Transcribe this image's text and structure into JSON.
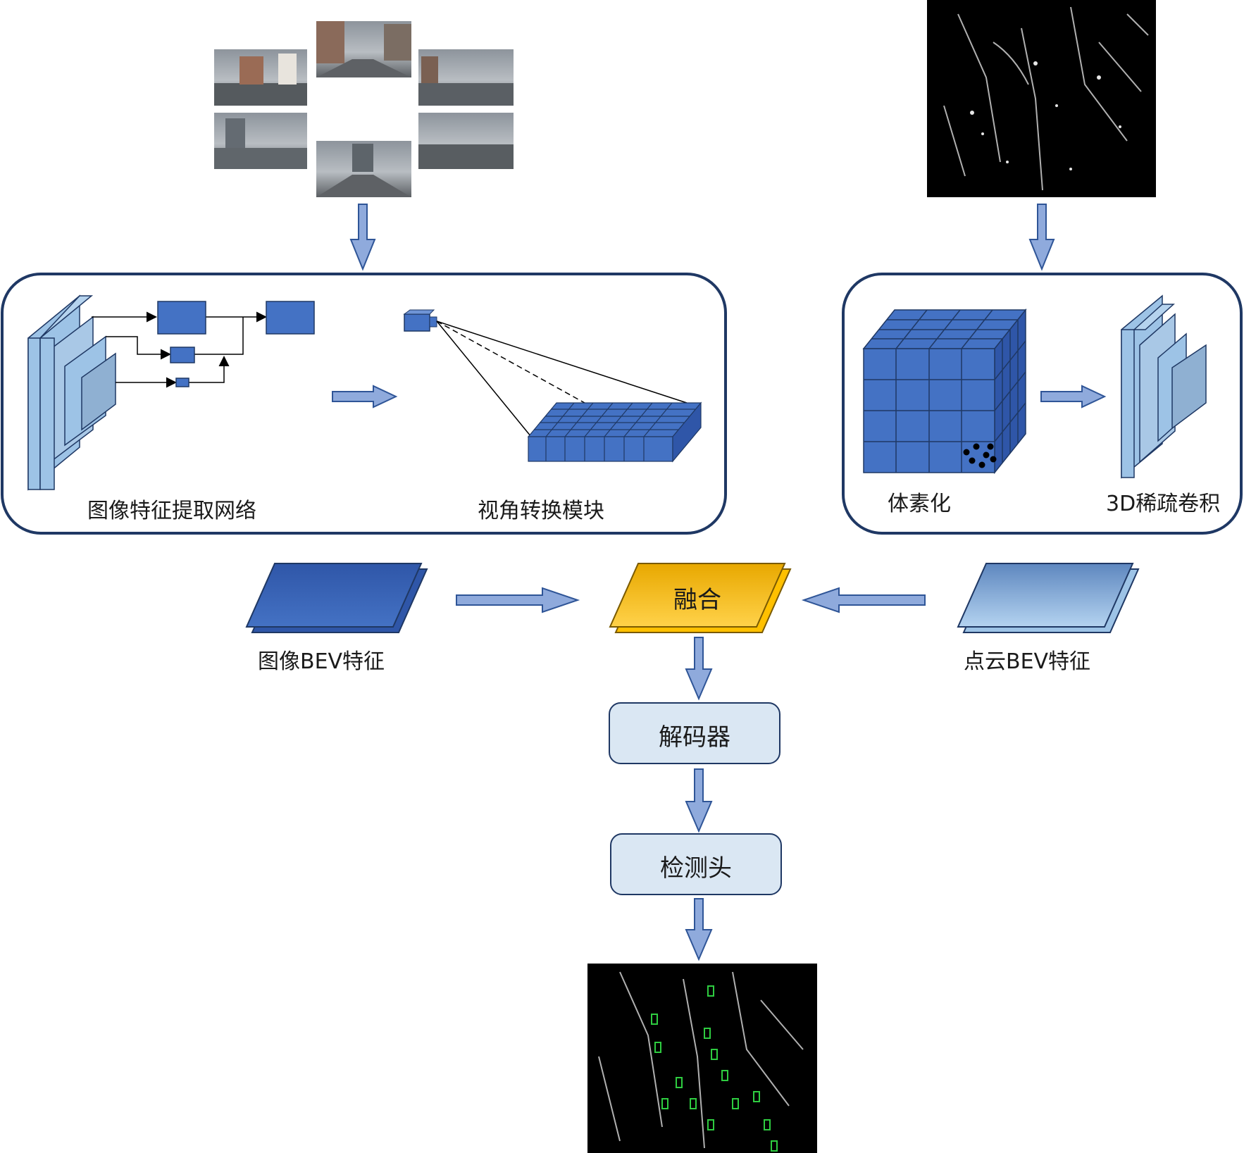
{
  "modules": {
    "image_feature_net": "图像特征提取网络",
    "view_transform": "视角转换模块",
    "voxelize": "体素化",
    "sparse_conv": "3D稀疏卷积"
  },
  "features": {
    "image_bev": "图像BEV特征",
    "fusion": "融合",
    "pointcloud_bev": "点云BEV特征"
  },
  "pipeline": {
    "decoder": "解码器",
    "detection_head": "检测头"
  },
  "colors": {
    "block_blue": "#4472C4",
    "block_light": "#9DC3E6",
    "arrow_fill": "#8FAADC",
    "arrow_stroke": "#2F5597",
    "panel_stroke": "#1F3864",
    "fusion_gold": "#FFC000",
    "node_fill": "#DAE7F3",
    "lidar_bg": "#000000",
    "box_green": "#2ECC40"
  },
  "icons": {
    "camera": "camera-icon"
  }
}
